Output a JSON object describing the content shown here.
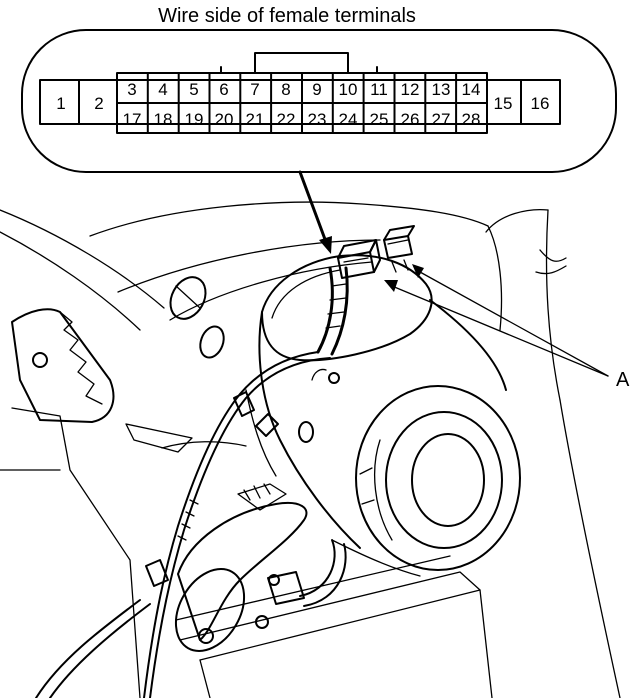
{
  "connector": {
    "title": "Wire side of female terminals",
    "pins": [
      {
        "id": "1"
      },
      {
        "id": "2"
      },
      {
        "id": "3"
      },
      {
        "id": "4"
      },
      {
        "id": "5"
      },
      {
        "id": "6"
      },
      {
        "id": "7"
      },
      {
        "id": "8"
      },
      {
        "id": "9"
      },
      {
        "id": "10"
      },
      {
        "id": "11"
      },
      {
        "id": "12"
      },
      {
        "id": "13"
      },
      {
        "id": "14"
      },
      {
        "id": "15"
      },
      {
        "id": "16"
      },
      {
        "id": "17"
      },
      {
        "id": "18"
      },
      {
        "id": "19"
      },
      {
        "id": "20"
      },
      {
        "id": "21"
      },
      {
        "id": "22"
      },
      {
        "id": "23"
      },
      {
        "id": "24"
      },
      {
        "id": "25"
      },
      {
        "id": "26"
      },
      {
        "id": "27"
      },
      {
        "id": "28"
      }
    ]
  },
  "callouts": {
    "a": "A"
  }
}
